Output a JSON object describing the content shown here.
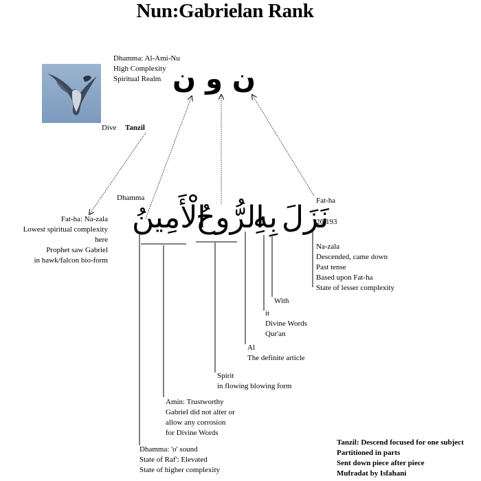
{
  "title": "Nun:Gabrielan Rank",
  "top_note": [
    "Dhamma: Al-Ami-Nu",
    "High Complexity",
    "Spiritual Realm"
  ],
  "dive_label": "Dive",
  "tanzil_label": "Tanzil",
  "nun_letters": "ن و ن",
  "dhamma_label": "Dhamma",
  "fatha_label": "Fat-ha",
  "verse_ref": "26:193",
  "words": {
    "al_amin": "الْأَمِينُ",
    "al_ruh": "الرُّوحُ",
    "bihi": "بِهِ",
    "nazala": "نَزَلَ"
  },
  "left_note": [
    "Fat-ha: Na-zala",
    "Lowest spiritual complexity",
    "here",
    "Prophet saw Gabriel",
    "in hawk/falcon bio-form"
  ],
  "nazala_note": [
    "Na-zala",
    "Descended, came down",
    "Past tense",
    "Based upon Fat-ha",
    "State of lesser complexity"
  ],
  "with_note": [
    "With"
  ],
  "it_note": [
    "it",
    "Divine Words",
    "Qur'an"
  ],
  "al_note": [
    "Al",
    "The definite article"
  ],
  "spirit_note": [
    "Spirit",
    "in flowing blowing form"
  ],
  "amin_note": [
    "Amin: Trustworthy",
    "Gabriel did not alter or",
    "allow any corrosion",
    "for Divine Words"
  ],
  "dhamma_note": [
    "Dhamma: 'o' sound",
    "State of Raf': Elevated",
    "State of higher complexity"
  ],
  "tanzil_note": [
    "Tanzil: Descend focused for one subject",
    "Partitioned in parts",
    "Sent down piece after piece",
    "Mufradat by Isfahani"
  ],
  "icons": {
    "bird": "falcon-in-flight-icon"
  }
}
